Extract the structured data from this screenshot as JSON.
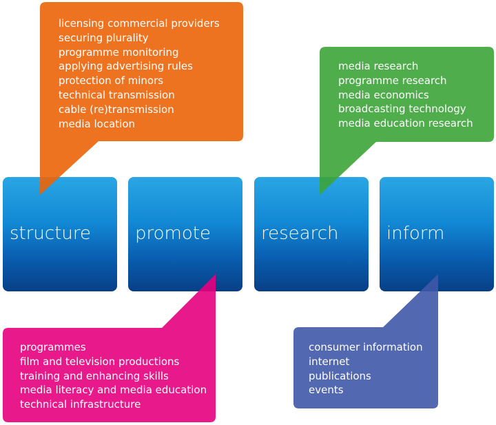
{
  "columns": [
    {
      "label": "structure"
    },
    {
      "label": "promote"
    },
    {
      "label": "research"
    },
    {
      "label": "inform"
    }
  ],
  "callouts": {
    "structure": {
      "color": "#ec6408",
      "items": [
        "licensing commercial providers",
        "securing plurality",
        "programme monitoring",
        "applying advertising rules",
        "protection of minors",
        "technical transmission",
        "cable (re)transmission",
        "media location"
      ]
    },
    "research": {
      "color": "#3ca438",
      "items": [
        "media research",
        "programme research",
        "media economics",
        "broadcasting technology",
        "media education research"
      ]
    },
    "promote": {
      "color": "#e5007e",
      "items": [
        "programmes",
        "film and television productions",
        "training and enhancing skills",
        "media literacy and media education",
        "technical infrastructure"
      ]
    },
    "inform": {
      "color": "#3f58a8",
      "items": [
        "consumer information",
        "internet",
        "publications",
        "events"
      ]
    }
  }
}
